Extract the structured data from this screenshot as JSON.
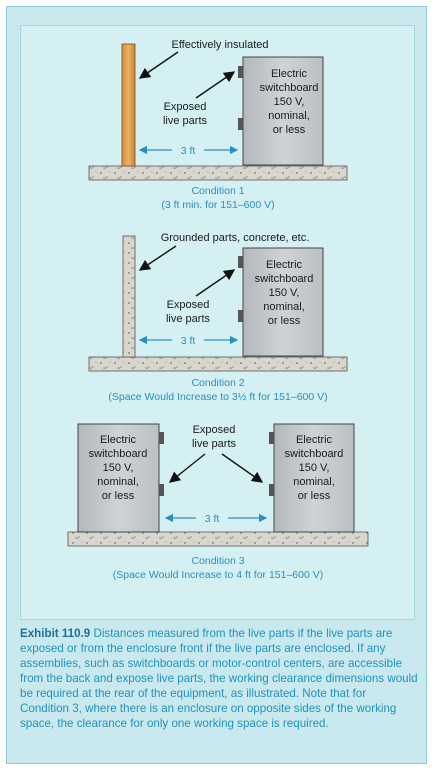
{
  "condition1": {
    "insulation_label": "Effectively insulated",
    "exposed_label": [
      "Exposed",
      "live parts"
    ],
    "switchboard_label": [
      "Electric",
      "switchboard",
      "150 V,",
      "nominal,",
      "or less"
    ],
    "dimension": "3 ft",
    "title": "Condition 1",
    "subtitle": "(3 ft min. for 151–600 V)"
  },
  "condition2": {
    "grounded_label": "Grounded parts, concrete, etc.",
    "exposed_label": [
      "Exposed",
      "live parts"
    ],
    "switchboard_label": [
      "Electric",
      "switchboard",
      "150 V,",
      "nominal,",
      "or less"
    ],
    "dimension": "3 ft",
    "title": "Condition 2",
    "subtitle": "(Space Would Increase to 3½ ft for 151–600 V)"
  },
  "condition3": {
    "exposed_label": [
      "Exposed",
      "live parts"
    ],
    "left_switchboard_label": [
      "Electric",
      "switchboard",
      "150 V,",
      "nominal,",
      "or less"
    ],
    "right_switchboard_label": [
      "Electric",
      "switchboard",
      "150 V,",
      "nominal,",
      "or less"
    ],
    "dimension": "3 ft",
    "title": "Condition 3",
    "subtitle": "(Space Would Increase to 4 ft for 151–600 V)"
  },
  "caption": {
    "exhibit": "Exhibit 110.9",
    "text": "Distances measured from the live parts if the live parts are exposed or from the enclosure front if the live parts are enclosed. If any assemblies, such as switchboards or motor-control centers, are accessible from the back and expose live parts, the working clearance dimensions would be required at the rear of the equipment, as illustrated. Note that for Condition 3, where there is an enclosure on opposite sides of the working space, the clearance for only one working space is required."
  },
  "colors": {
    "background": "#c9e9ee",
    "panel": "#d5f0f3",
    "caption_text": "#1f93bd",
    "dimension": "#2a8fc0",
    "wood": "#e2a24f",
    "cabinet": "#c3c7ca"
  }
}
